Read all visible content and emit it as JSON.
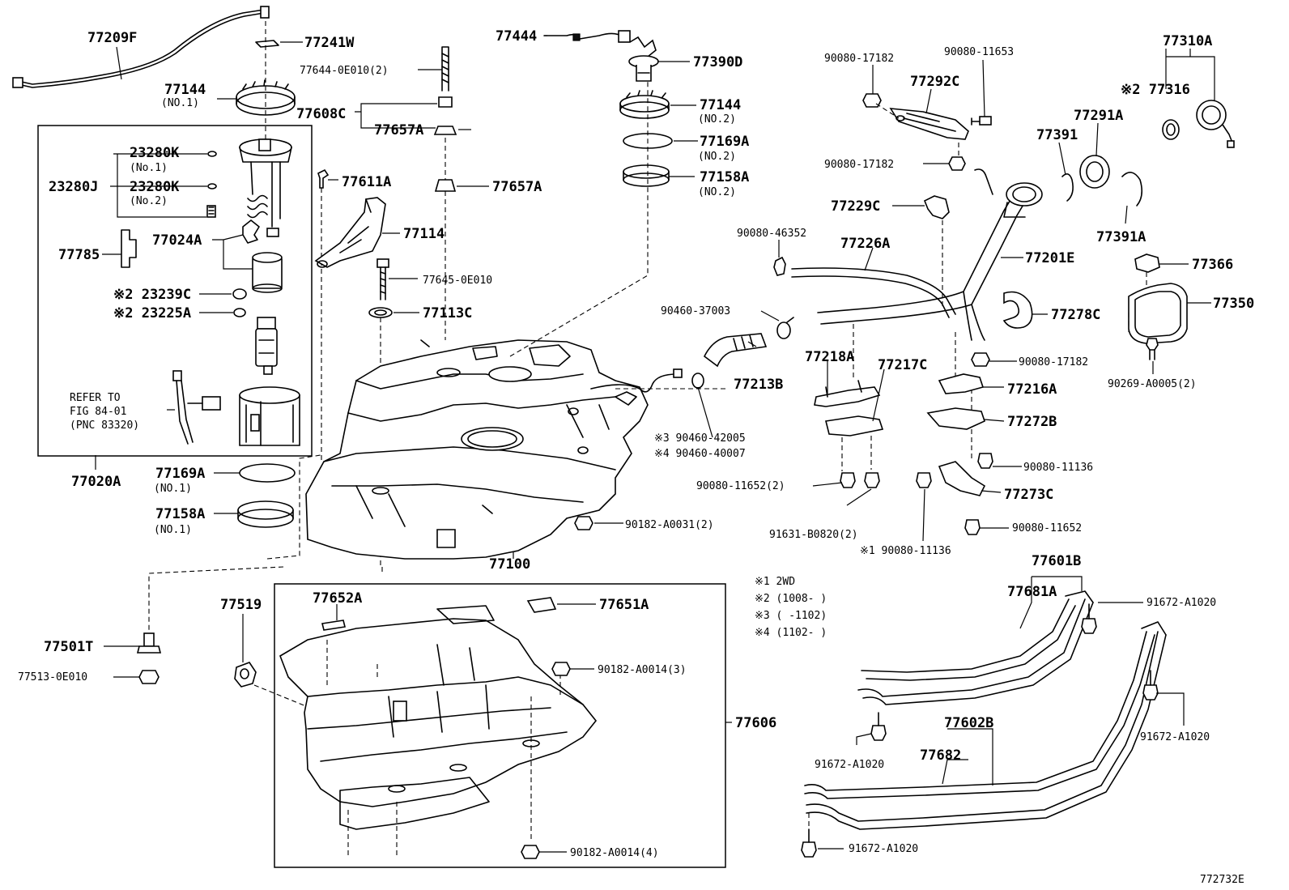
{
  "diagram_id": "772732E",
  "labels": {
    "p77209F": "77209F",
    "p77241W": "77241W",
    "p77644": "77644-0E010(2)",
    "p77144_1": "77144",
    "p77144_1_sub": "(NO.1)",
    "p77608C": "77608C",
    "p77657A_a": "77657A",
    "p77657A_b": "77657A",
    "p23280K_1": "23280K",
    "p23280K_1_sub": "(No.1)",
    "p23280J": "23280J",
    "p23280K_2": "23280K",
    "p23280K_2_sub": "(No.2)",
    "p77611A": "77611A",
    "p77785": "77785",
    "p77024A": "77024A",
    "p77114": "77114",
    "p23239C": "※2 23239C",
    "p23225A": "※2 23225A",
    "p77645": "77645-0E010",
    "p77113C": "77113C",
    "refer_1": "REFER TO",
    "refer_2": "FIG 84-01",
    "refer_3": "(PNC 83320)",
    "p77020A": "77020A",
    "p77169A_1": "77169A",
    "p77169A_1_sub": "(NO.1)",
    "p77158A_1": "77158A",
    "p77158A_1_sub": "(NO.1)",
    "p77100": "77100",
    "p90182_A0031": "90182-A0031(2)",
    "p77444": "77444",
    "p77390D": "77390D",
    "p77144_2": "77144",
    "p77144_2_sub": "(NO.2)",
    "p77169A_2": "77169A",
    "p77169A_2_sub": "(NO.2)",
    "p77158A_2": "77158A",
    "p77158A_2_sub": "(NO.2)",
    "p90080_17182_a": "90080-17182",
    "p90080_11653": "90080-11653",
    "p77292C": "77292C",
    "p90080_17182_b": "90080-17182",
    "p77229C": "77229C",
    "p90080_46352": "90080-46352",
    "p77226A": "77226A",
    "p77201E": "77201E",
    "p90460_37003": "90460-37003",
    "p77213B": "77213B",
    "p77218A": "77218A",
    "p77217C": "77217C",
    "p90460_42005": "※3 90460-42005",
    "p90460_40007": "※4 90460-40007",
    "p90080_11652_2": "90080-11652(2)",
    "p91631": "91631-B0820(2)",
    "p90080_11136_b": "※1 90080-11136",
    "p90080_17182_c": "90080-17182",
    "p77216A": "77216A",
    "p77272B": "77272B",
    "p90080_11136_a": "90080-11136",
    "p77273C": "77273C",
    "p90080_11652": "90080-11652",
    "p77310A": "77310A",
    "p77316": "※2 77316",
    "p77291A": "77291A",
    "p77391_a": "77391",
    "p77391A": "77391A",
    "p77366": "77366",
    "p77350": "77350",
    "p77278C": "77278C",
    "p90269": "90269-A0005(2)",
    "p77601B": "77601B",
    "p77681A": "77681A",
    "p91672_a": "91672-A1020",
    "p91672_b": "91672-A1020",
    "p91672_c": "91672-A1020",
    "p91672_d": "91672-A1020",
    "p77602B": "77602B",
    "p77682": "77682",
    "p77519": "77519",
    "p77652A": "77652A",
    "p77651A": "77651A",
    "p90182_A0014_3": "90182-A0014(3)",
    "p77606": "77606",
    "p90182_A0014_4": "90182-A0014(4)",
    "p77501T": "77501T",
    "p77513": "77513-0E010"
  },
  "notes": [
    "※1 2WD",
    "※2 (1008-    )",
    "※3 (    -1102)",
    "※4 (1102-    )"
  ]
}
